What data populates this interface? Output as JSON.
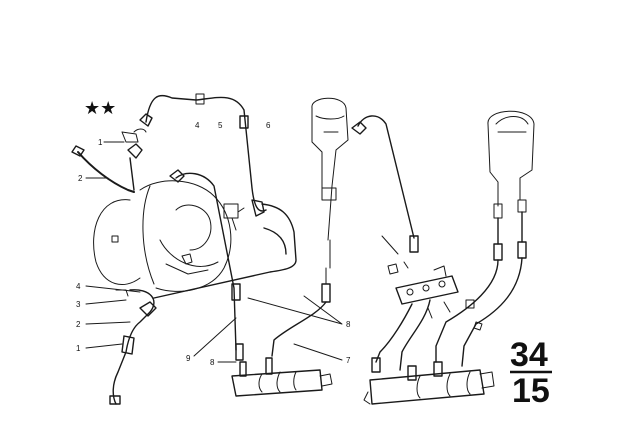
{
  "marker": "★★",
  "callouts": {
    "c1": "1",
    "c2": "2",
    "c3": "4",
    "c4": "5",
    "c5": "6",
    "c6": "1",
    "c7": "4",
    "c8": "3",
    "c9": "2",
    "c10": "1",
    "c11": "8",
    "c12": "9",
    "c13": "8",
    "c14": "7"
  },
  "page_number": {
    "group": "34",
    "sub": "15"
  }
}
